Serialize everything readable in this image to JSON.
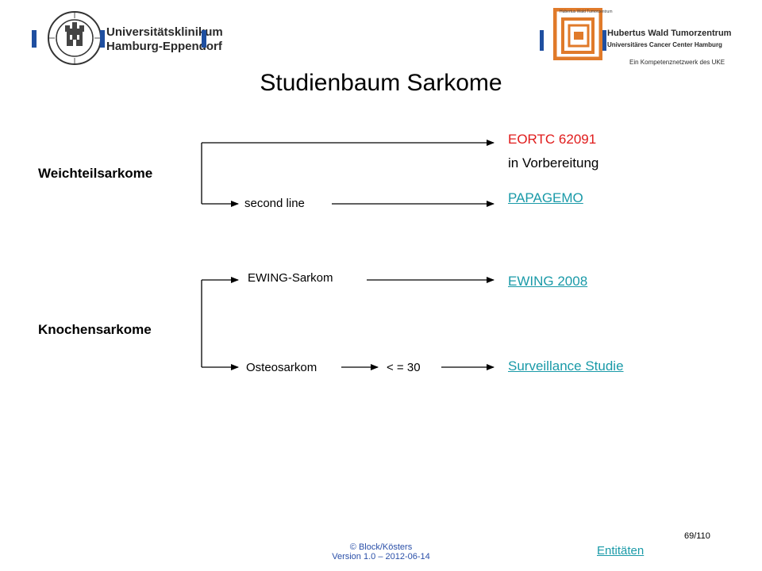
{
  "header": {
    "uke_line1": "Universitätsklinikum",
    "uke_line2": "Hamburg-Eppendorf",
    "hw_title": "Hubertus Wald Tumorzentrum",
    "hw_subtitle": "Universitäres Cancer Center Hamburg",
    "hw_tagline": "Ein Kompetenznetzwerk des UKE",
    "hw_mini": "Hubertus Wald Tumorzentrum"
  },
  "title": "Studienbaum Sarkome",
  "diagram": {
    "soft_tissue": {
      "label": "Weichteilsarkome",
      "second_line": "second line",
      "study1": "EORTC 62091",
      "study1_status": "in Vorbereitung",
      "study2": "PAPAGEMO"
    },
    "bone": {
      "label": "Knochensarkome",
      "ewing": "EWING-Sarkom",
      "ewing_study": "EWING 2008",
      "osteo": "Osteosarkom",
      "age": "< = 30",
      "osteo_study": "Surveillance Studie"
    }
  },
  "footer": {
    "copyright": "© Block/Kösters",
    "version": "Version 1.0 – 2012-06-14",
    "page": "69/110",
    "entitaten": "Entitäten"
  },
  "colors": {
    "link": "#1a9aa8",
    "highlight": "#e01b1b",
    "uke_blue": "#1f4fa0",
    "hw_orange": "#e07a2a"
  }
}
